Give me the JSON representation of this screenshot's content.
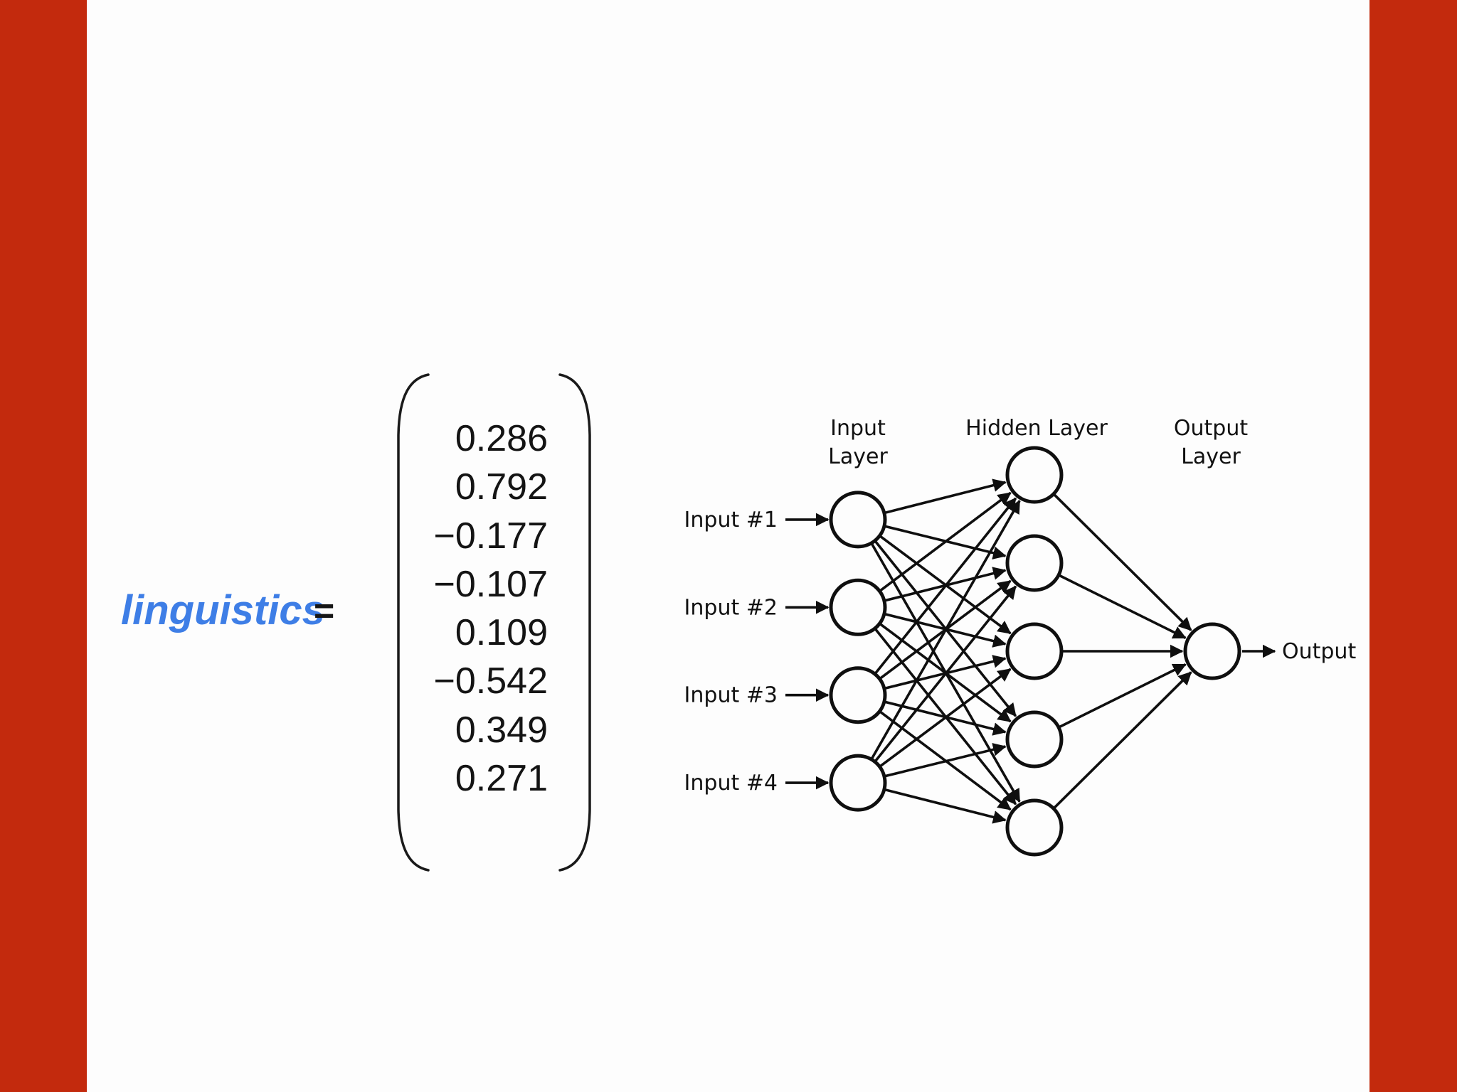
{
  "slide": {
    "background_color": "#fdfdfd",
    "accent_bar_color": "#c32a0d"
  },
  "equation": {
    "word": "linguistics",
    "word_color": "#3e7ee6",
    "equals": "=",
    "vector_values": [
      "0.286",
      "0.792",
      "−0.177",
      "−0.107",
      "0.109",
      "−0.542",
      "0.349",
      "0.271"
    ]
  },
  "network": {
    "stroke_color": "#0f0f0f",
    "layer_labels": [
      {
        "lines": [
          "Input",
          "Layer"
        ]
      },
      {
        "lines": [
          "Hidden Layer"
        ]
      },
      {
        "lines": [
          "Output",
          "Layer"
        ]
      }
    ],
    "input_labels": [
      "Input #1",
      "Input #2",
      "Input #3",
      "Input #4"
    ],
    "output_label": "Output",
    "layer_node_counts": {
      "input": 4,
      "hidden": 5,
      "output": 1
    }
  }
}
